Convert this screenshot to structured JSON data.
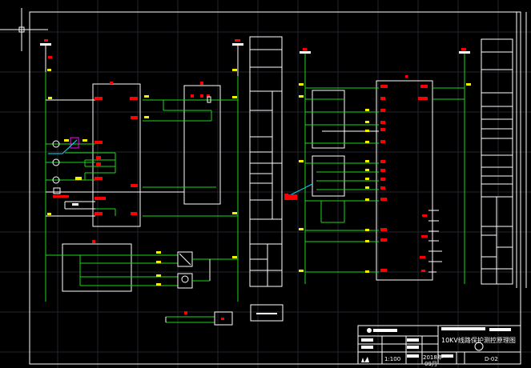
{
  "drawing": {
    "background": "#000000",
    "colors": {
      "line": "#ffffff",
      "wire": "#1bd81b",
      "label": "#ff0000",
      "terminal": "#f5f000",
      "highlight": "#ff00ff",
      "leader": "#00e5ff"
    }
  },
  "title_block": {
    "title": "10KV线路保护测控原理图",
    "scale": "1:100",
    "date": "2018年",
    "month": "09月",
    "drawing_no": "D-02"
  }
}
